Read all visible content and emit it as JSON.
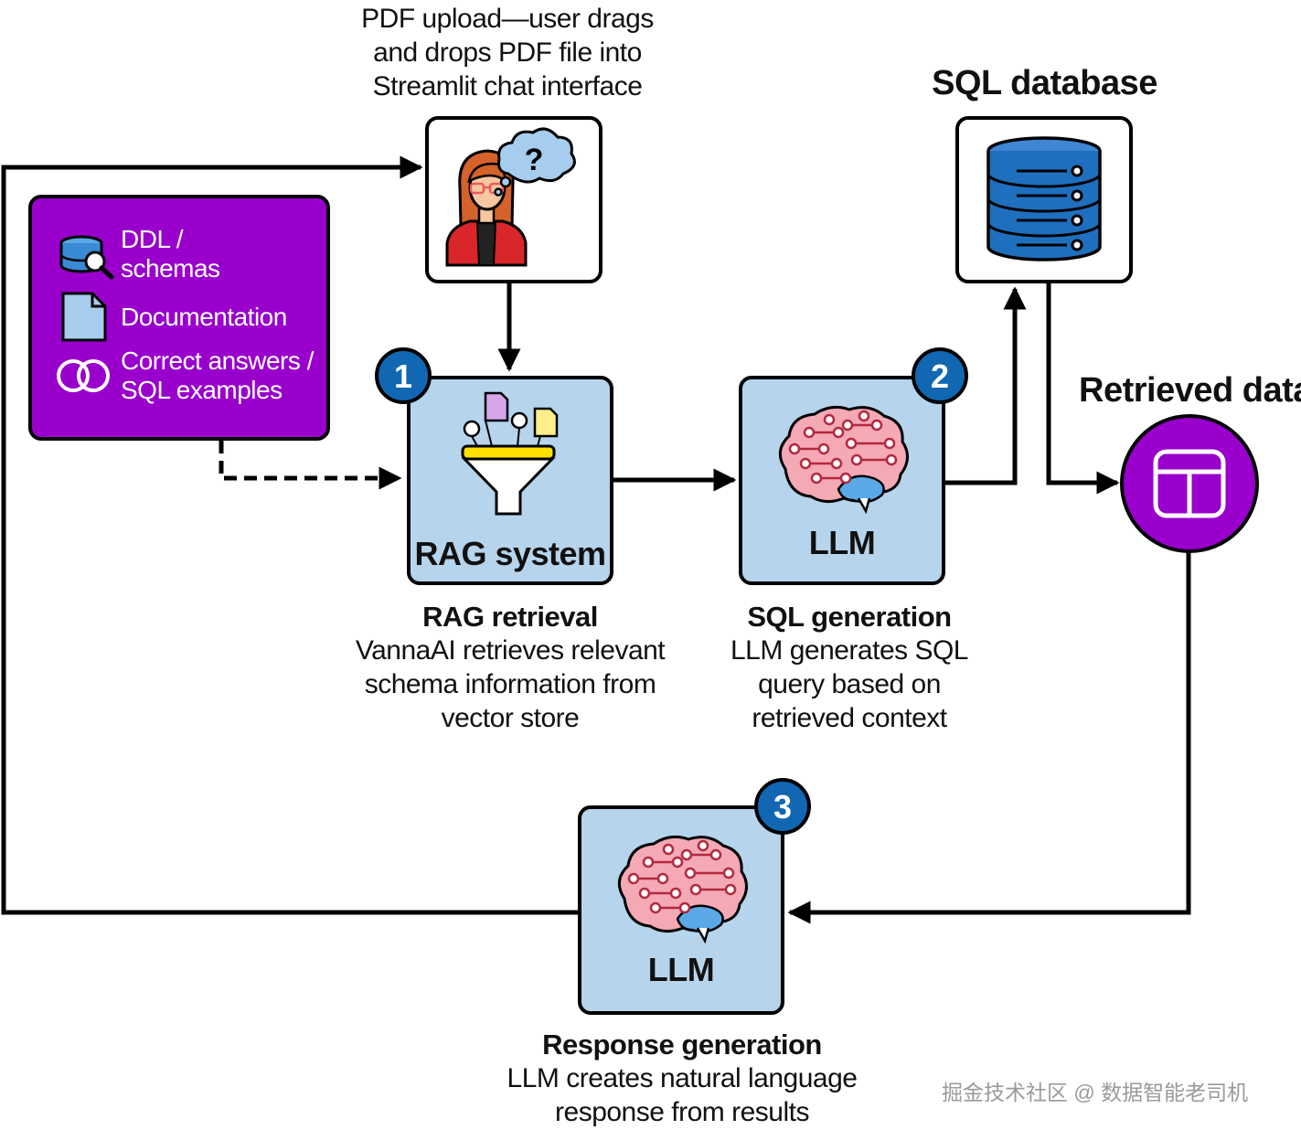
{
  "top_caption": {
    "lines": [
      "PDF upload—user drags",
      "and drops PDF file into",
      "Streamlit chat interface"
    ]
  },
  "sql_database": {
    "title": "SQL database"
  },
  "retrieved_data": {
    "title": "Retrieved data"
  },
  "sources": {
    "items": [
      {
        "icon": "database-search-icon",
        "lines": [
          "DDL /",
          "schemas"
        ]
      },
      {
        "icon": "document-icon",
        "lines": [
          "Documentation"
        ]
      },
      {
        "icon": "overlapping-circles-icon",
        "lines": [
          "Correct answers /",
          "SQL examples"
        ]
      }
    ]
  },
  "steps": [
    {
      "badge": "1",
      "box_label": "RAG system",
      "title": "RAG retrieval",
      "lines": [
        "VannaAI retrieves relevant",
        "schema information from",
        "vector store"
      ]
    },
    {
      "badge": "2",
      "box_label": "LLM",
      "title": "SQL generation",
      "lines": [
        "LLM generates SQL",
        "query based on",
        "retrieved context"
      ]
    },
    {
      "badge": "3",
      "box_label": "LLM",
      "title": "Response generation",
      "lines": [
        "LLM creates natural language",
        "response from results"
      ]
    }
  ],
  "watermark": "掘金技术社区 @ 数据智能老司机",
  "colors": {
    "purple": "#9900cc",
    "box_blue": "#b6d4ec",
    "badge_blue": "#1167b1",
    "db_blue": "#1f6fbf",
    "brain_pink": "#f4a9b5",
    "funnel_yellow": "#ffe000"
  }
}
